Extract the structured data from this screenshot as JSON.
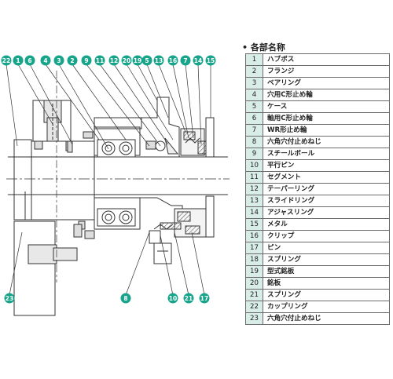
{
  "colors": {
    "accent": "#16a58a",
    "table_number_bg": "#d8ede7",
    "line": "#333333"
  },
  "diagram": {
    "callouts_top": [
      "22",
      "1",
      "6",
      "4",
      "3",
      "2",
      "9",
      "11",
      "12",
      "20",
      "19",
      "5",
      "13",
      "16",
      "7",
      "14",
      "15"
    ],
    "callouts_bottom": [
      "23",
      "8",
      "10",
      "21",
      "17"
    ]
  },
  "parts_list": {
    "title": "• 各部名称",
    "items": [
      {
        "no": "1",
        "name": "ハブボス"
      },
      {
        "no": "2",
        "name": "フランジ"
      },
      {
        "no": "3",
        "name": "ベアリング"
      },
      {
        "no": "4",
        "name": "穴用C形止め輪"
      },
      {
        "no": "5",
        "name": "ケース"
      },
      {
        "no": "6",
        "name": "軸用C形止め輪"
      },
      {
        "no": "7",
        "name": "WR形止め輪"
      },
      {
        "no": "8",
        "name": "六角穴付止めねじ"
      },
      {
        "no": "9",
        "name": "スチールボール"
      },
      {
        "no": "10",
        "name": "平行ピン"
      },
      {
        "no": "11",
        "name": "セグメント"
      },
      {
        "no": "12",
        "name": "テーパーリング"
      },
      {
        "no": "13",
        "name": "スライドリング"
      },
      {
        "no": "14",
        "name": "アジャスリング"
      },
      {
        "no": "15",
        "name": "メタル"
      },
      {
        "no": "16",
        "name": "クリップ"
      },
      {
        "no": "17",
        "name": "ピン"
      },
      {
        "no": "18",
        "name": "スプリング"
      },
      {
        "no": "19",
        "name": "型式銘板"
      },
      {
        "no": "20",
        "name": "銘板"
      },
      {
        "no": "21",
        "name": "スプリング"
      },
      {
        "no": "22",
        "name": "カップリング"
      },
      {
        "no": "23",
        "name": "六角穴付止めねじ"
      }
    ]
  }
}
